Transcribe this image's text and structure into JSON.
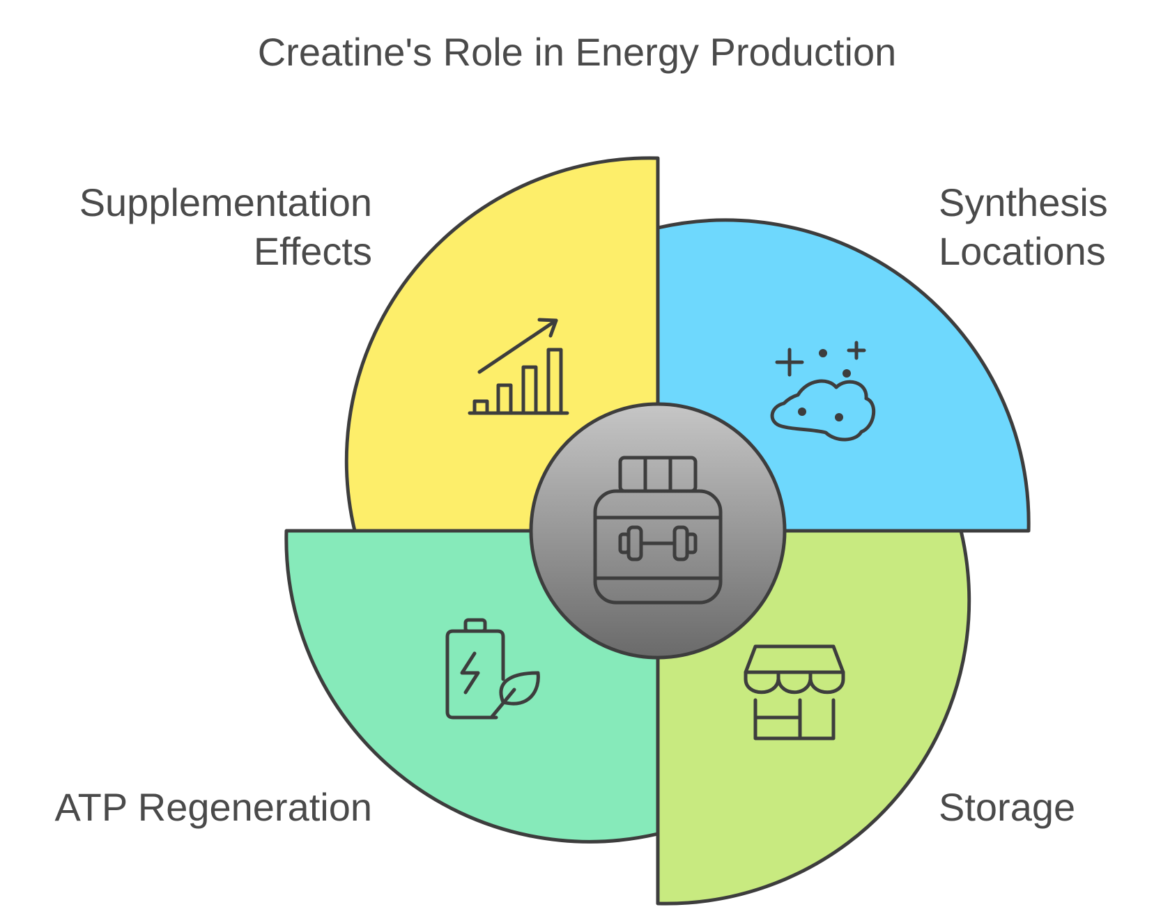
{
  "title": "Creatine's Role in Energy Production",
  "segments": {
    "supplementation": {
      "label_line1": "Supplementation",
      "label_line2": "Effects",
      "color": "#FDEE6A",
      "icon": "bar-chart-up-arrow-icon"
    },
    "synthesis": {
      "label_line1": "Synthesis",
      "label_line2": "Locations",
      "color": "#6ED8FD",
      "icon": "cell-sparkle-icon"
    },
    "atp": {
      "label": "ATP Regeneration",
      "color": "#86EABA",
      "icon": "battery-leaf-icon"
    },
    "storage": {
      "label": "Storage",
      "color": "#C8EA80",
      "icon": "storefront-icon"
    }
  },
  "center": {
    "icon": "supplement-jar-dumbbell-icon",
    "gradient_top": "#c6c6c6",
    "gradient_bottom": "#6a6a6a"
  }
}
